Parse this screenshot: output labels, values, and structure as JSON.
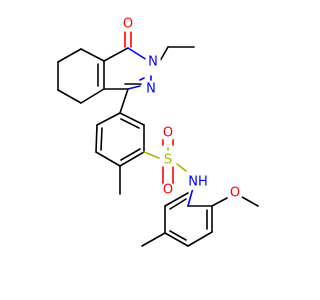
{
  "molecule": {
    "atoms": {
      "carbonyl_oxygen": {
        "text": "O",
        "color": "#ff0000"
      },
      "ring_n_ethyl": {
        "text": "N",
        "color": "#0000ff"
      },
      "ring_n_imine": {
        "text": "N",
        "color": "#0000ff"
      },
      "sulfonyl_sulfur": {
        "text": "S",
        "color": "#b3b300"
      },
      "sulfonyl_oxygen_top": {
        "text": "O",
        "color": "#ff0000"
      },
      "sulfonyl_oxygen_bottom": {
        "text": "O",
        "color": "#ff0000"
      },
      "amide_nh": {
        "text": "NH",
        "color": "#0000ff"
      },
      "methoxy_oxygen": {
        "text": "O",
        "color": "#ff0000"
      }
    }
  }
}
